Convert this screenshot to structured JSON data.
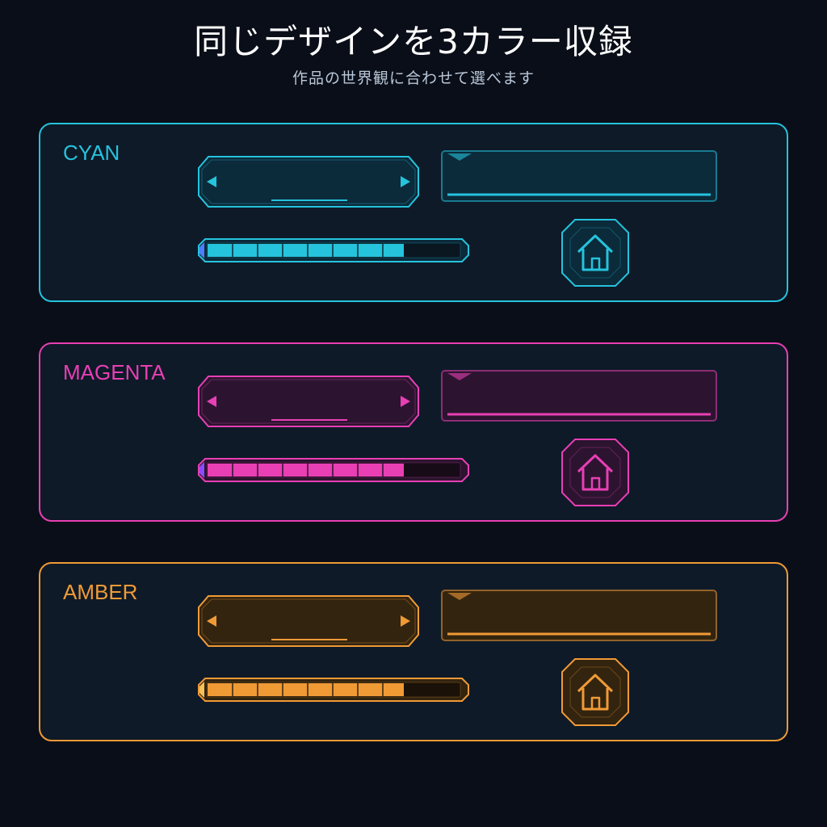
{
  "header": {
    "title": "同じデザインを3カラー収録",
    "subtitle": "作品の世界観に合わせて選べます"
  },
  "themes": [
    {
      "label": "CYAN",
      "accent": "#25c3dc",
      "progress": 0.8
    },
    {
      "label": "MAGENTA",
      "accent": "#e83fb4",
      "progress": 0.8
    },
    {
      "label": "AMBER",
      "accent": "#f09a36",
      "progress": 0.8
    }
  ],
  "icons": {
    "selector_left": "triangle-left-icon",
    "selector_right": "triangle-right-icon",
    "home": "home-icon"
  }
}
